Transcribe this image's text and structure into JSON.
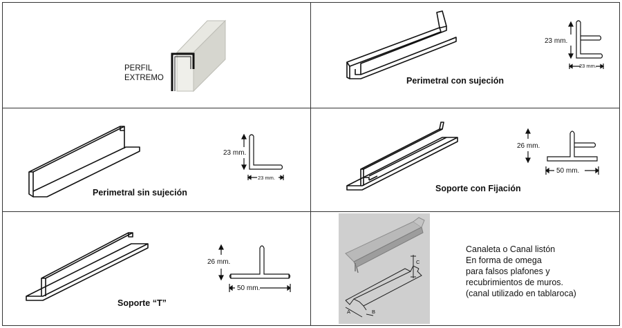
{
  "panels": {
    "perfil_extremo": {
      "label_line1": "PERFIL",
      "label_line2": "EXTREMO"
    },
    "perimetral_con_sujecion": {
      "title": "Perimetral con sujeción",
      "height_dim": "23 mm.",
      "width_dim": "23 mm."
    },
    "perimetral_sin_sujecion": {
      "title": "Perimetral sin sujeción",
      "height_dim": "23 mm.",
      "width_dim": "23 mm."
    },
    "soporte_con_fijacion": {
      "title": "Soporte con Fijación",
      "height_dim": "26 mm.",
      "width_dim": "50 mm."
    },
    "soporte_t": {
      "title": "Soporte “T”",
      "height_dim": "26 mm.",
      "width_dim": "50 mm."
    },
    "canaleta": {
      "line1": "Canaleta o Canal  listón",
      "line2": "En forma de omega",
      "line3": "para falsos plafones y",
      "line4": "recubrimientos de muros.",
      "line5": "(canal utilizado en tablaroca)",
      "photo_label_a": "A",
      "photo_label_b": "B",
      "photo_label_c": "C"
    }
  },
  "colors": {
    "line": "#111111",
    "border": "#333333",
    "photo_bg": "#cfcfcf"
  }
}
